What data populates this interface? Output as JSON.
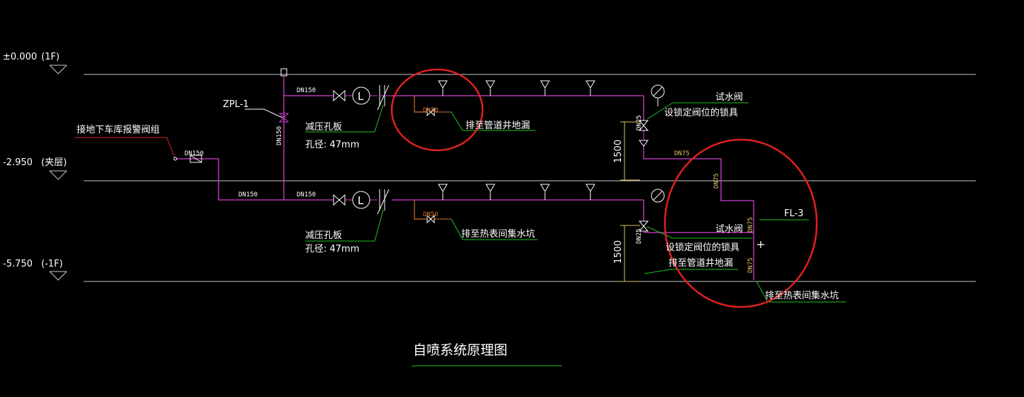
{
  "colors": {
    "background": "#000000",
    "pipe": "#d040d0",
    "level_line": "#c8c8c8",
    "text": "#ffffff",
    "leader_green": "#20c020",
    "leader_red": "#e02020",
    "dim_yellow": "#e0c060",
    "branch_orange": "#d07030",
    "annotation_circle": "#e02020",
    "title_underline": "#20c020"
  },
  "levels": [
    {
      "elevation": "±0.000",
      "floor": "(1F)"
    },
    {
      "elevation": "-2.950",
      "floor": "(夹层)"
    },
    {
      "elevation": "-5.750",
      "floor": "(-1F)"
    }
  ],
  "labels": {
    "connect_alarm": "接地下车库报警阀组",
    "zpl": "ZPL-1",
    "dn150_a": "DN150",
    "dn150_riser": "DN150",
    "dn150_top": "DN150",
    "dn150_mid_left": "DN150",
    "dn150_mid": "DN150",
    "dn50_top": "DN50",
    "dn50_bot": "DN50",
    "orifice_top": "减压孔板",
    "bore_top": "孔径:  47mm",
    "orifice_bot": "减压孔板",
    "bore_bot": "孔径:  47mm",
    "drain_top": "排至管道井地漏",
    "drain_bot": "排至热表间集水坑",
    "test_valve_top": "试水阀",
    "lock_top": "设锁定阀位的锁具",
    "test_valve_bot": "试水阀",
    "lock_bot": "设锁定阀位的锁具",
    "drain_shaft_bot": "排至管道井地漏",
    "dn25_top": "DN25",
    "dn25_bot": "DN25",
    "dn75_a": "DN75",
    "dn75_b": "DN75",
    "dn75_c": "DN75",
    "dn75_d": "DN75",
    "dim_1500_top": "1500",
    "dim_1500_bot": "1500",
    "fl3": "FL-3",
    "drain_pit": "排至热表间集水坑",
    "flow_switch": "L",
    "title": "自喷系统原理图"
  }
}
